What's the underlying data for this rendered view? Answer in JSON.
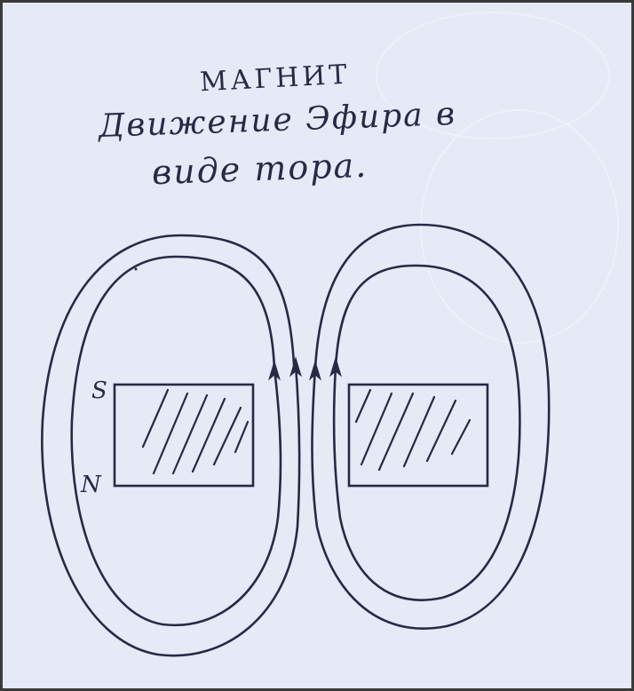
{
  "title": "МАГНИТ",
  "caption": {
    "line1": "Движение Эфира в",
    "line2": "виде тора."
  },
  "poles": {
    "south": "S",
    "north": "N"
  },
  "colors": {
    "paper": "#e6e9f6",
    "ink": "#262a45",
    "frame": "#3a3a3a"
  }
}
